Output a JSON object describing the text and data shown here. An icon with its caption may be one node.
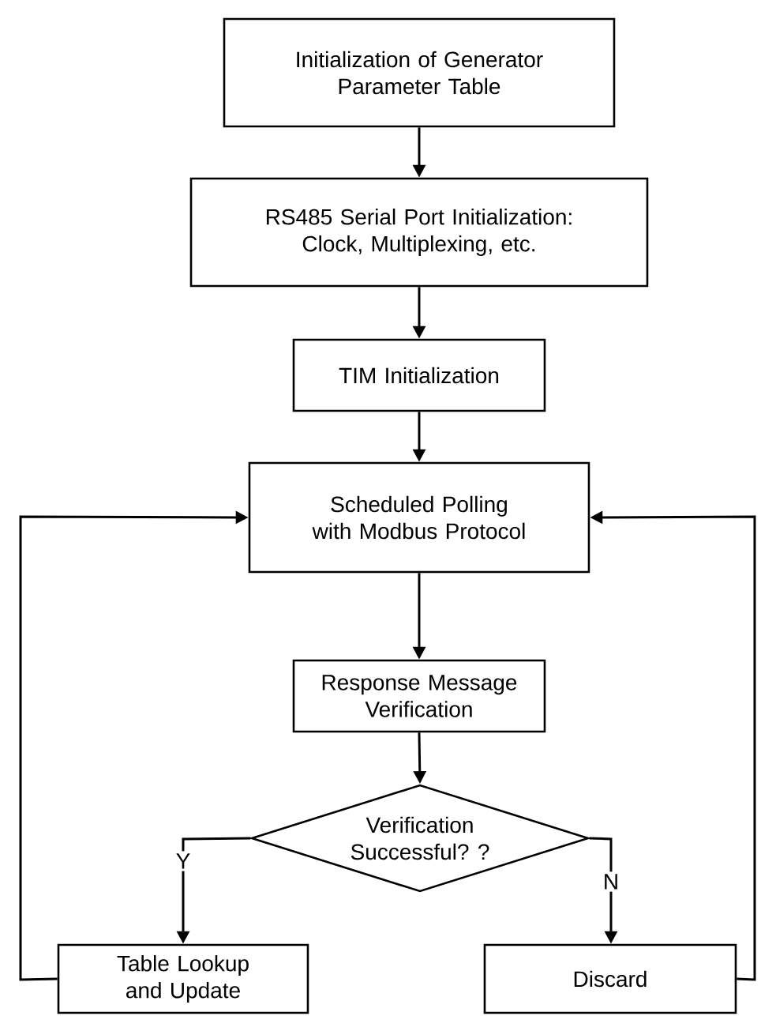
{
  "diagram": {
    "nodes": [
      {
        "text": [
          "Initialization of Generator Parameter Table"
        ]
      },
      {
        "text": [
          "RS485 Serial Port Initialization: Clock, Multiplexing, etc."
        ]
      },
      {
        "text": [
          "TIM Initialization"
        ]
      },
      {
        "text": [
          "Scheduled Polling with Modbus Protocol"
        ]
      },
      {
        "text": [
          "Response Message Verification"
        ]
      },
      {
        "text": [
          "Verification Successful? ?"
        ]
      },
      {
        "text": [
          "Table Lookup and Update"
        ]
      },
      {
        "text": [
          "Discard"
        ]
      }
    ],
    "edges": [
      {
        "from": 0,
        "to": 1,
        "arrow": "to"
      },
      {
        "from": 1,
        "to": 2,
        "arrow": "to"
      },
      {
        "from": 2,
        "to": 3,
        "arrow": "to"
      },
      {
        "from": 3,
        "to": 4,
        "arrow": "to"
      },
      {
        "from": 4,
        "to": 5,
        "arrow": "to"
      },
      {
        "from": 5,
        "to": 6,
        "arrow": "to",
        "label": "Y"
      },
      {
        "from": 5,
        "to": 7,
        "arrow": "to",
        "label": "N"
      },
      {
        "from": 6,
        "to": 3,
        "arrow": "to"
      },
      {
        "from": 7,
        "to": 3,
        "arrow": "to"
      }
    ]
  }
}
